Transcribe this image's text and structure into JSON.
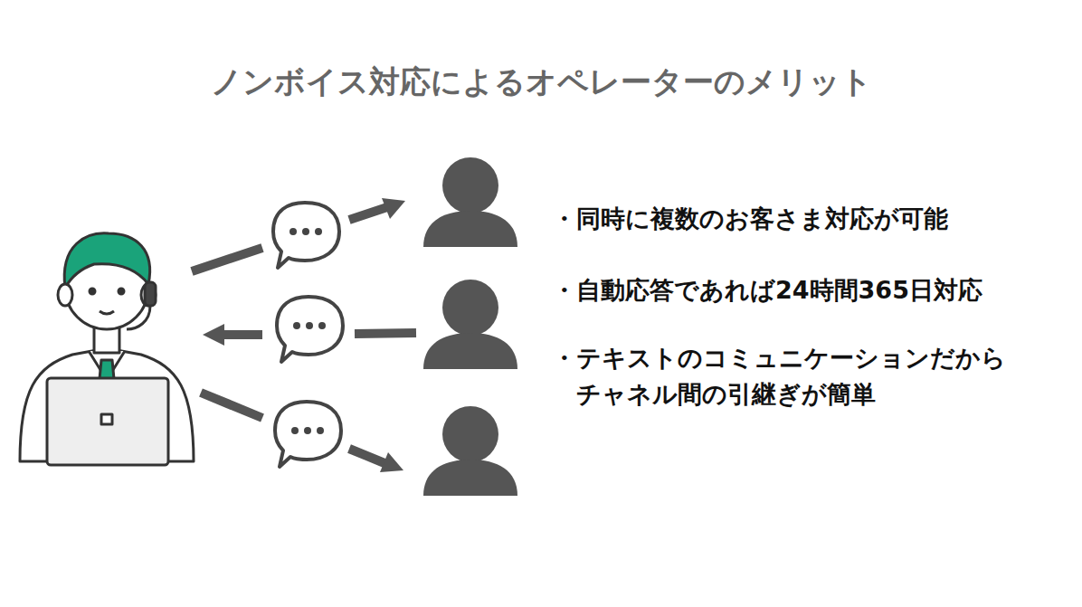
{
  "diagram": {
    "title": "ノンボイス対応によるオペレーターのメリット",
    "labels": [
      "・同時に複数のお客さま対応が可能",
      "・自動応答であれば24時間365日対応",
      "・テキストのコミュニケーションだから チャネル間の引継ぎが簡単"
    ]
  }
}
